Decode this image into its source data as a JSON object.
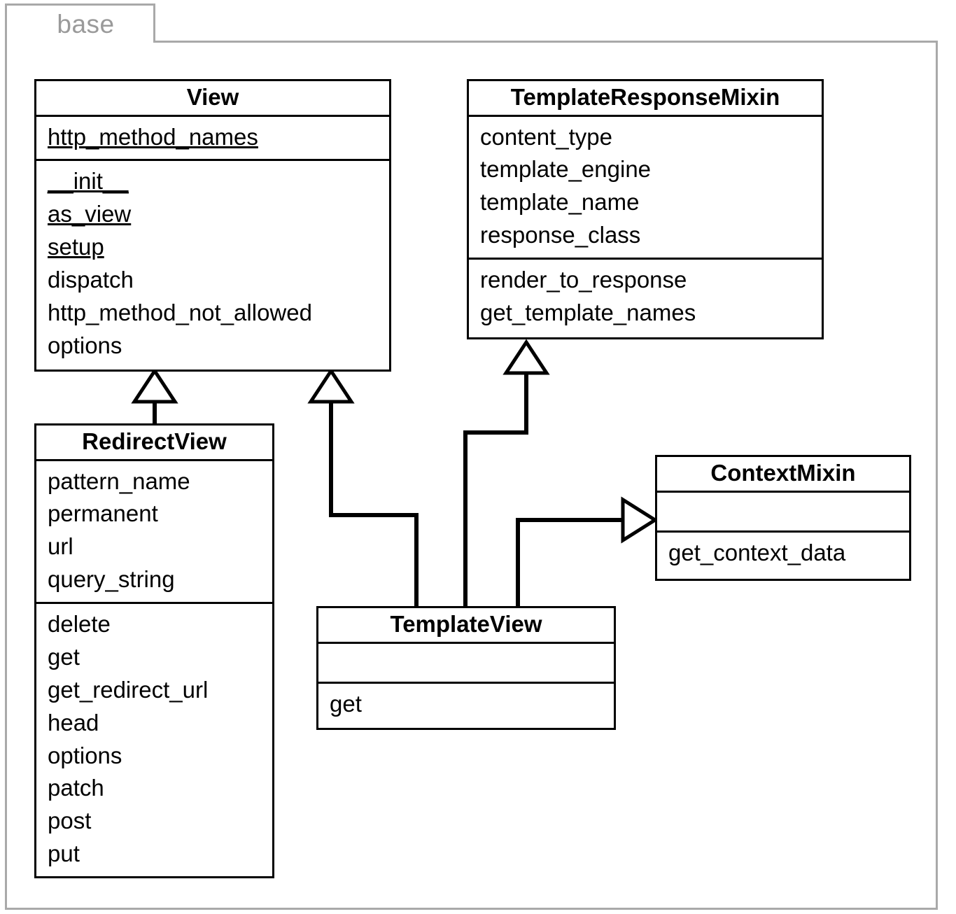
{
  "package": {
    "label": "base",
    "tab_text_color": "#9a9a9a",
    "frame_color": "#a9a9a9"
  },
  "diagram": {
    "type": "uml-class-diagram",
    "line_color": "#000000",
    "box_fill": "#ffffff"
  },
  "classes": {
    "view": {
      "name": "View",
      "attributes": [
        {
          "label": "http_method_names",
          "static": true
        }
      ],
      "methods": [
        {
          "label": "__init__",
          "static": true
        },
        {
          "label": "as_view",
          "static": true
        },
        {
          "label": "setup",
          "static": true
        },
        {
          "label": "dispatch",
          "static": false
        },
        {
          "label": "http_method_not_allowed",
          "static": false
        },
        {
          "label": "options",
          "static": false
        }
      ]
    },
    "template_response_mixin": {
      "name": "TemplateResponseMixin",
      "attributes": [
        {
          "label": "content_type",
          "static": false
        },
        {
          "label": "template_engine",
          "static": false
        },
        {
          "label": "template_name",
          "static": false
        },
        {
          "label": "response_class",
          "static": false
        }
      ],
      "methods": [
        {
          "label": "render_to_response",
          "static": false
        },
        {
          "label": "get_template_names",
          "static": false
        }
      ]
    },
    "redirect_view": {
      "name": "RedirectView",
      "attributes": [
        {
          "label": "pattern_name",
          "static": false
        },
        {
          "label": "permanent",
          "static": false
        },
        {
          "label": "url",
          "static": false
        },
        {
          "label": "query_string",
          "static": false
        }
      ],
      "methods": [
        {
          "label": "delete",
          "static": false
        },
        {
          "label": "get",
          "static": false
        },
        {
          "label": "get_redirect_url",
          "static": false
        },
        {
          "label": "head",
          "static": false
        },
        {
          "label": "options",
          "static": false
        },
        {
          "label": "patch",
          "static": false
        },
        {
          "label": "post",
          "static": false
        },
        {
          "label": "put",
          "static": false
        }
      ]
    },
    "context_mixin": {
      "name": "ContextMixin",
      "attributes": [],
      "methods": [
        {
          "label": "get_context_data",
          "static": false
        }
      ]
    },
    "template_view": {
      "name": "TemplateView",
      "attributes": [],
      "methods": [
        {
          "label": "get",
          "static": false
        }
      ]
    }
  },
  "relationships": [
    {
      "name": "redirectview-inherits-view",
      "kind": "generalization",
      "from": "RedirectView",
      "to": "View"
    },
    {
      "name": "templateview-inherits-view",
      "kind": "generalization",
      "from": "TemplateView",
      "to": "View"
    },
    {
      "name": "templateview-inherits-templateresponsemixin",
      "kind": "generalization",
      "from": "TemplateView",
      "to": "TemplateResponseMixin"
    },
    {
      "name": "templateview-inherits-contextmixin",
      "kind": "generalization",
      "from": "TemplateView",
      "to": "ContextMixin"
    }
  ]
}
